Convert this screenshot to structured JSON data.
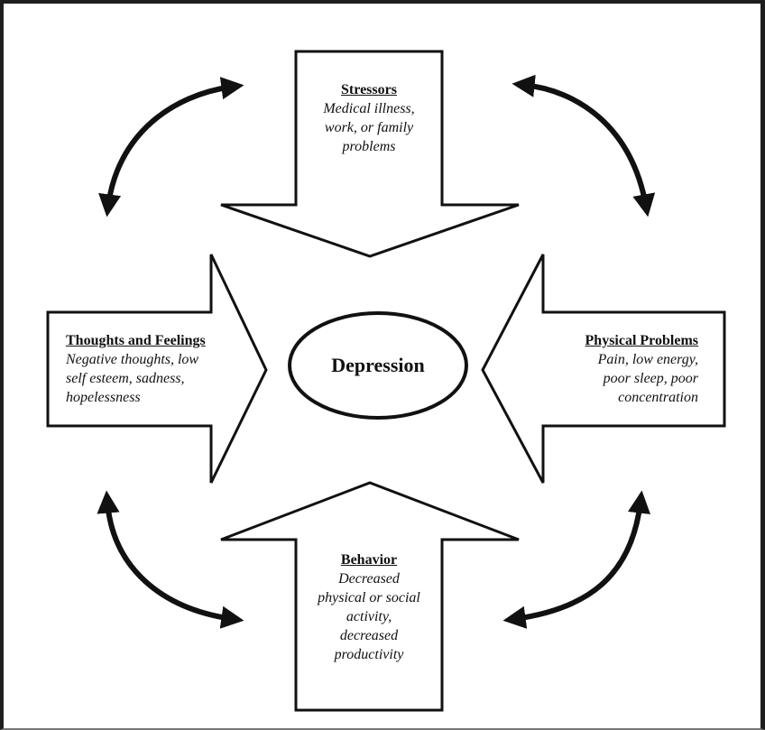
{
  "diagram": {
    "type": "cycle-influence-diagram",
    "center": {
      "label": "Depression"
    },
    "nodes": [
      {
        "id": "stressors",
        "position": "top",
        "title": "Stressors",
        "description": "Medical illness,\nwork, or family\nproblems"
      },
      {
        "id": "thoughts",
        "position": "left",
        "title": "Thoughts and Feelings",
        "description": "Negative thoughts, low\nself esteem, sadness,\nhopelessness"
      },
      {
        "id": "physical",
        "position": "right",
        "title": "Physical Problems",
        "description": "Pain, low energy,\npoor sleep, poor\nconcentration"
      },
      {
        "id": "behavior",
        "position": "bottom",
        "title": "Behavior",
        "description": "Decreased\nphysical or social\nactivity,\ndecreased\nproductivity"
      }
    ],
    "edges": [
      {
        "from": "stressors",
        "to": "center",
        "style": "block-arrow"
      },
      {
        "from": "thoughts",
        "to": "center",
        "style": "block-arrow"
      },
      {
        "from": "physical",
        "to": "center",
        "style": "block-arrow"
      },
      {
        "from": "behavior",
        "to": "center",
        "style": "block-arrow"
      },
      {
        "from": "thoughts",
        "to": "stressors",
        "style": "curved-double-arrow"
      },
      {
        "from": "stressors",
        "to": "physical",
        "style": "curved-double-arrow"
      },
      {
        "from": "thoughts",
        "to": "behavior",
        "style": "curved-double-arrow"
      },
      {
        "from": "behavior",
        "to": "physical",
        "style": "curved-double-arrow"
      }
    ],
    "colors": {
      "stroke": "#111111",
      "fill": "#ffffff"
    }
  }
}
